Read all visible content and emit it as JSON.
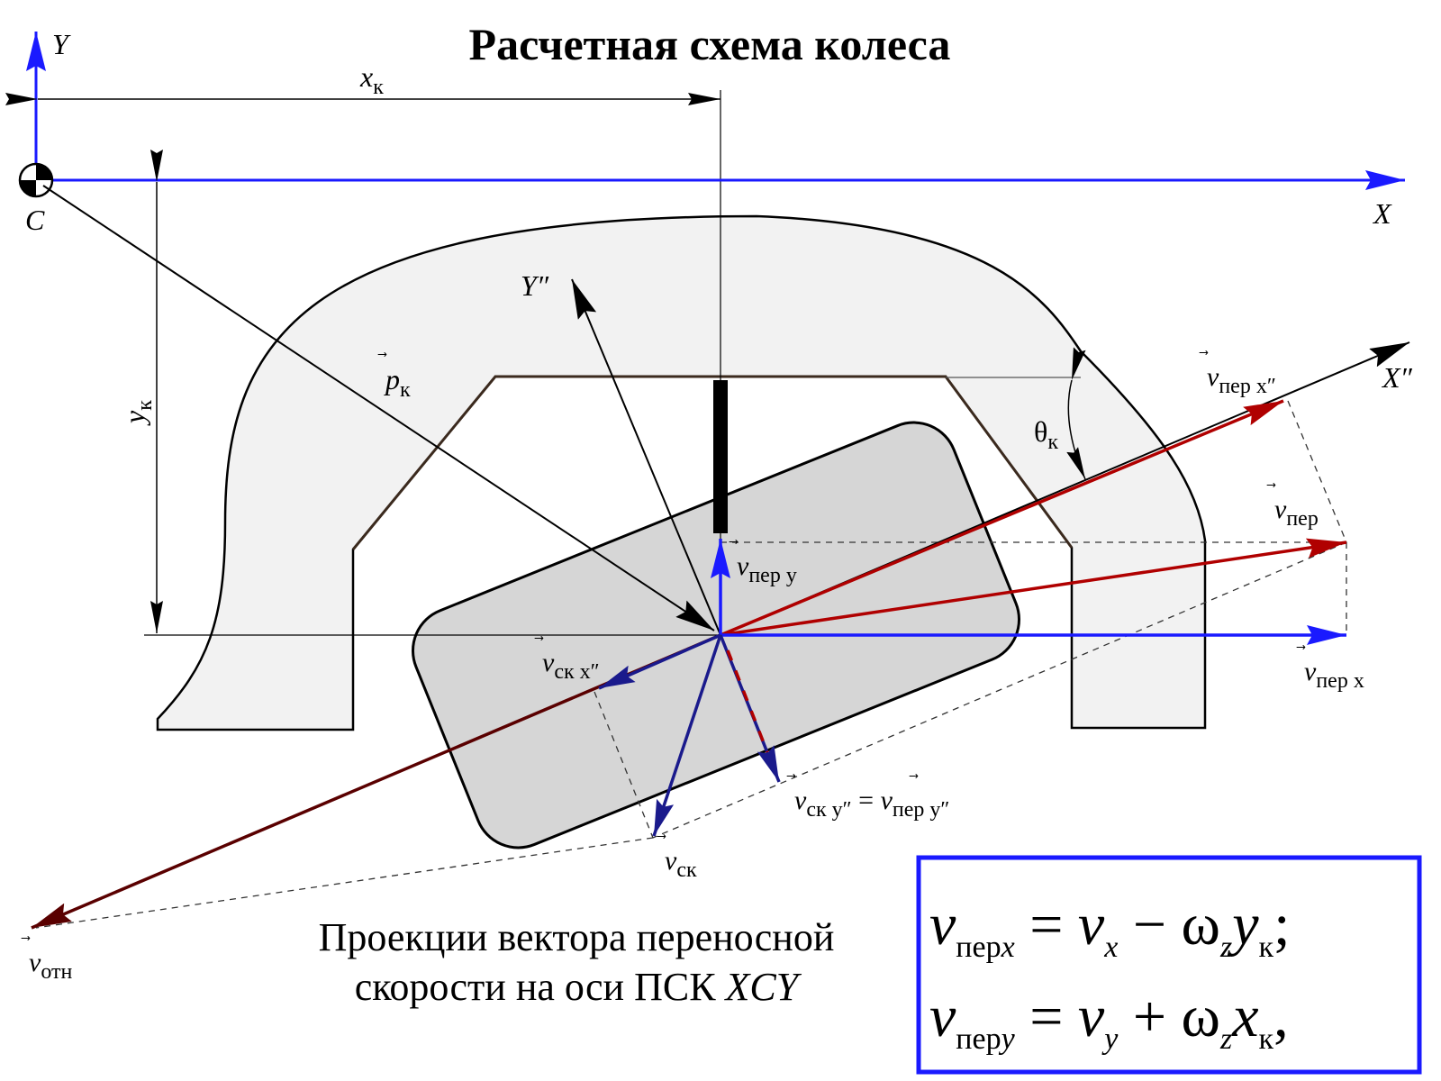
{
  "title": "Расчетная схема колеса",
  "axes": {
    "x": "X",
    "y": "Y",
    "origin": "C",
    "x2": "X″",
    "y2": "Y″"
  },
  "dims": {
    "xk_main": "x",
    "xk_sub": "к",
    "yk_main": "y",
    "yk_sub": "к",
    "pk_main": "p",
    "pk_sub": "к",
    "theta_main": "θ",
    "theta_sub": "к"
  },
  "vectors": {
    "v": "v",
    "perx2_sub": "пер x″",
    "per_sub": "пер",
    "pery_sub": "пер y",
    "perx_sub": "пер x",
    "skx2_sub": "ск x″",
    "sky2_sub": "ск y″",
    "equals": " = ",
    "pery2_sub": "пер y″",
    "sk_sub": "ск",
    "otn_sub": "отн"
  },
  "caption": {
    "line1": "Проекции вектора переносной",
    "line2_prefix": "скорости на оси  ПСК ",
    "line2_italic": "XCY"
  },
  "formula": {
    "line1": {
      "v": "v",
      "sub_up": "пер",
      "sub_it": "x",
      "op1": " = ",
      "v2": "v",
      "sub2": "x",
      "op2": " − ",
      "omega": "ω",
      "sub3": "z",
      "coord": "y",
      "sub4": "к",
      "end": ";"
    },
    "line2": {
      "v": "v",
      "sub_up": "пер",
      "sub_it": "y",
      "op1": " = ",
      "v2": "v",
      "sub2": "y",
      "op2": " + ",
      "omega": "ω",
      "sub3": "z",
      "coord": "x",
      "sub4": "к",
      "end": ","
    }
  },
  "colors": {
    "blue": "#1a1aff",
    "red": "#b00000",
    "dark_red": "#5a0000",
    "navy": "#1a1a8c",
    "frame_fill": "#f2f2f2",
    "wheel_fill": "#d6d6d6"
  }
}
